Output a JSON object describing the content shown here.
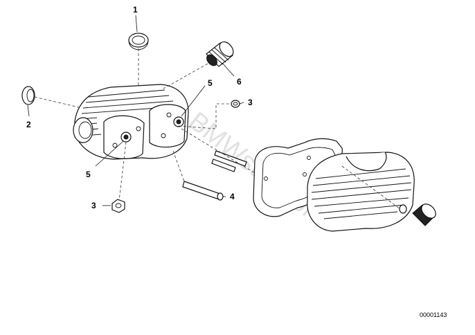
{
  "diagram": {
    "watermark": "BMWstore.pl",
    "reference_number": "00001143",
    "callouts": [
      {
        "id": "c1",
        "label": "1"
      },
      {
        "id": "c2",
        "label": "2"
      },
      {
        "id": "c3a",
        "label": "3"
      },
      {
        "id": "c3b",
        "label": "3"
      },
      {
        "id": "c4",
        "label": "4"
      },
      {
        "id": "c5a",
        "label": "5"
      },
      {
        "id": "c5b",
        "label": "5"
      },
      {
        "id": "c6",
        "label": "6"
      }
    ]
  }
}
